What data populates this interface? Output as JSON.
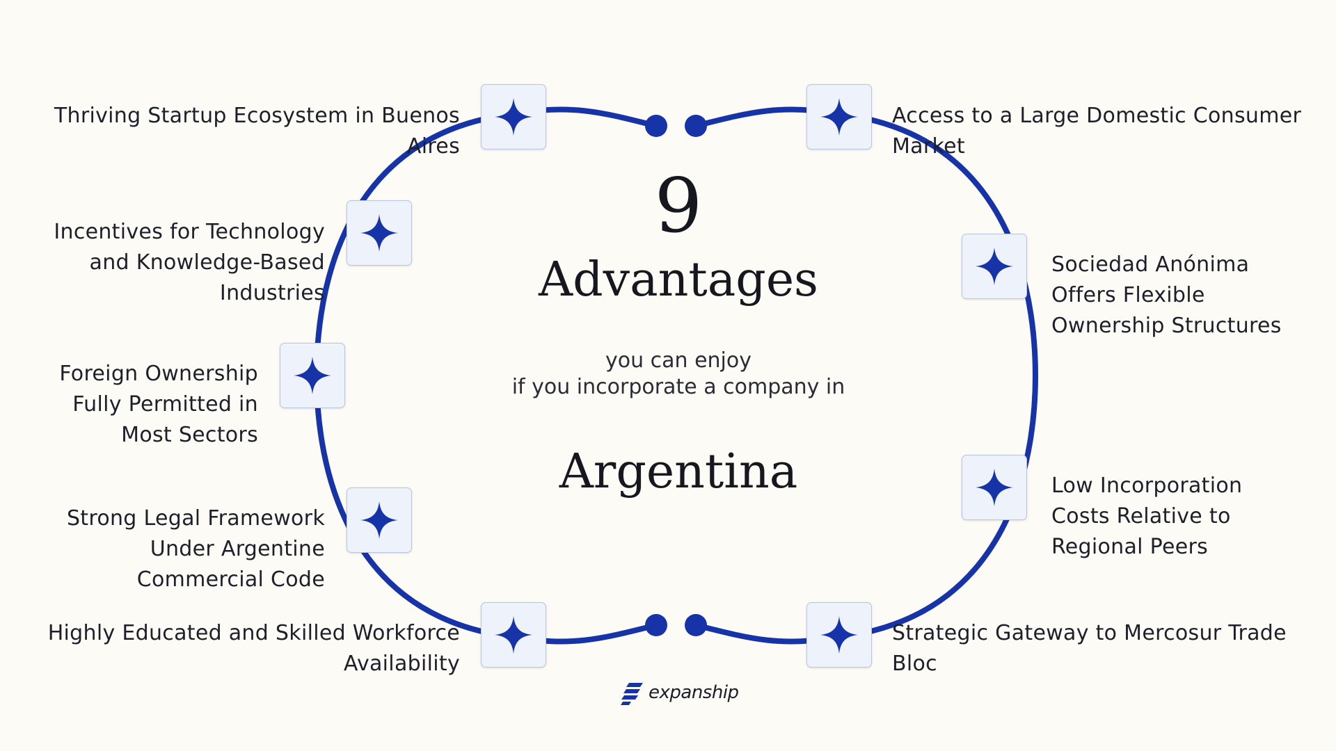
{
  "colors": {
    "background": "#fdfbf5",
    "ring": "#1733a8",
    "star": "#1733a8",
    "node_fill": "#eef2fb",
    "text": "#1d1f2a"
  },
  "center": {
    "count": "9",
    "headline": "Advantages",
    "subtitle_line1": "you can enjoy",
    "subtitle_line2": "if you incorporate a company in",
    "country": "Argentina"
  },
  "advantages": [
    {
      "text": "Thriving Startup Ecosystem in Buenos Aires",
      "icon": "four-point-star-icon"
    },
    {
      "text": "Incentives for Technology and Knowledge-Based Industries",
      "icon": "four-point-star-icon"
    },
    {
      "text": "Foreign Ownership Fully Permitted in Most Sectors",
      "icon": "four-point-star-icon"
    },
    {
      "text": "Strong Legal Framework Under Argentine Commercial Code",
      "icon": "four-point-star-icon"
    },
    {
      "text": "Highly Educated and Skilled Workforce Availability",
      "icon": "four-point-star-icon"
    },
    {
      "text": "Access to a Large Domestic Consumer Market",
      "icon": "four-point-star-icon"
    },
    {
      "text": "Sociedad Anónima Offers Flexible Ownership Structures",
      "icon": "four-point-star-icon"
    },
    {
      "text": "Low Incorporation Costs Relative to Regional Peers",
      "icon": "four-point-star-icon"
    },
    {
      "text": "Strategic Gateway to Mercosur Trade Bloc",
      "icon": "four-point-star-icon"
    }
  ],
  "brand": {
    "name": "expanship",
    "icon": "expanship-logo-icon"
  }
}
